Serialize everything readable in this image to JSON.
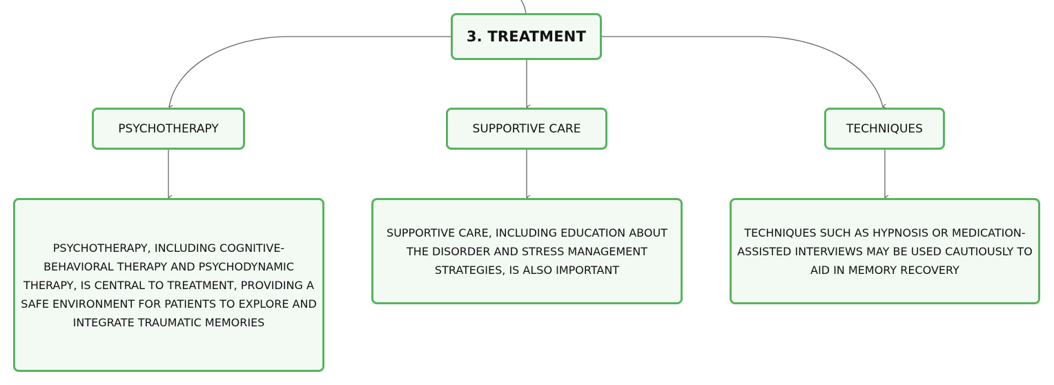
{
  "root": {
    "label": "3. TREATMENT"
  },
  "branches": [
    {
      "id": "psychotherapy",
      "label": "PSYCHOTHERAPY",
      "detail": "PSYCHOTHERAPY, INCLUDING COGNITIVE-BEHAVIORAL THERAPY AND PSYCHODYNAMIC THERAPY, IS CENTRAL TO TREATMENT, PROVIDING A SAFE ENVIRONMENT FOR PATIENTS TO EXPLORE AND INTEGRATE TRAUMATIC MEMORIES"
    },
    {
      "id": "supportive-care",
      "label": "SUPPORTIVE CARE",
      "detail": "SUPPORTIVE CARE, INCLUDING EDUCATION ABOUT THE DISORDER AND STRESS MANAGEMENT STRATEGIES, IS ALSO IMPORTANT"
    },
    {
      "id": "techniques",
      "label": "TECHNIQUES",
      "detail": "TECHNIQUES SUCH AS HYPNOSIS OR MEDICATION-ASSISTED INTERVIEWS MAY BE USED CAUTIOUSLY TO AID IN MEMORY RECOVERY"
    }
  ],
  "colors": {
    "node_border": "#56b45e",
    "node_fill": "#f3faf4",
    "connector": "#666666"
  }
}
